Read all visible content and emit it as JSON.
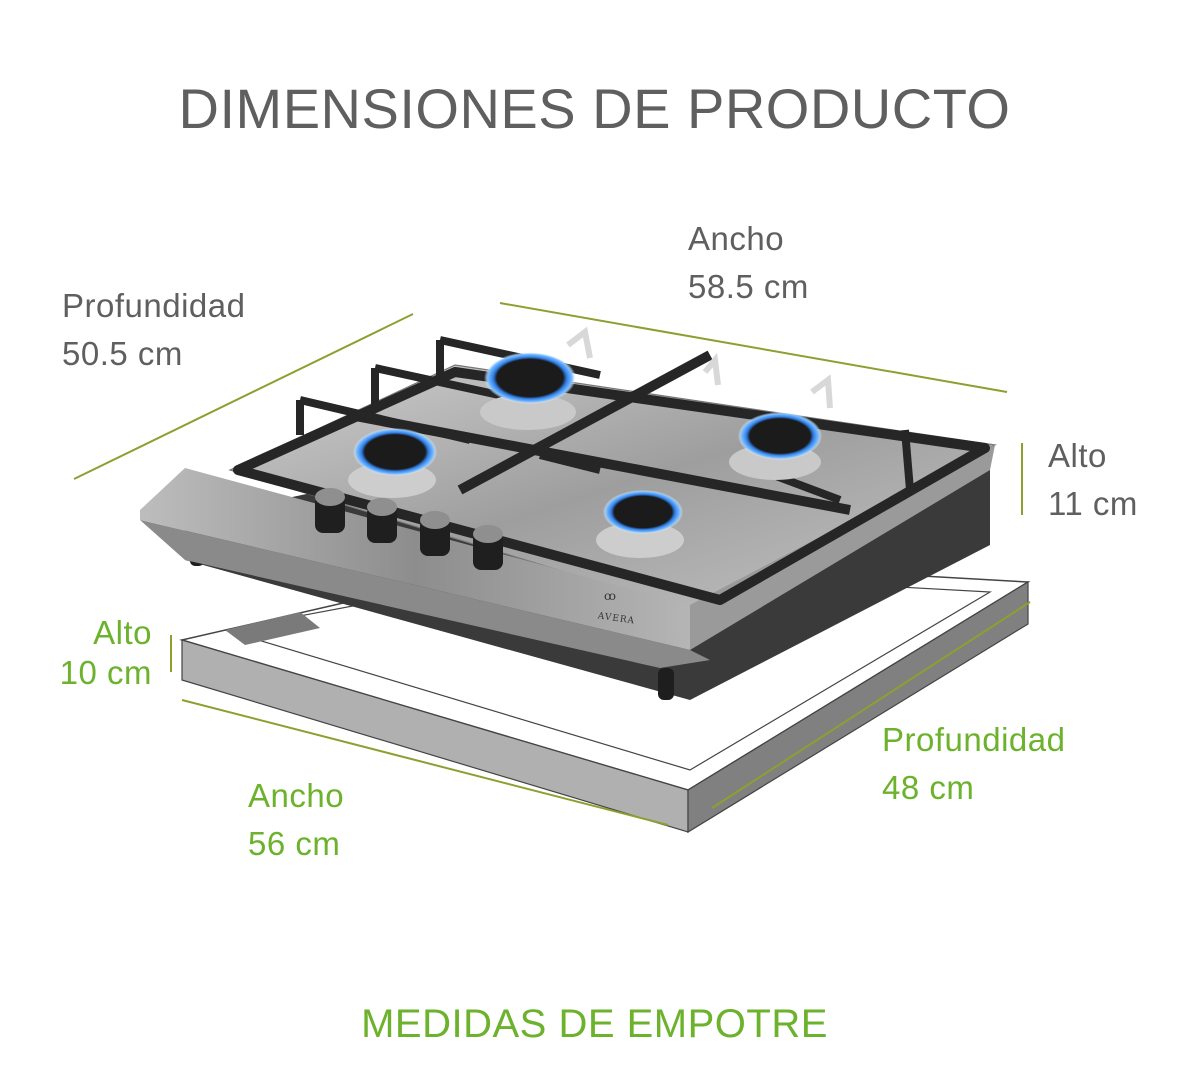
{
  "header": {
    "title": "DIMENSIONES DE PRODUCTO"
  },
  "footer": {
    "subtitle": "MEDIDAS DE EMPOTRE"
  },
  "product": {
    "brand": "AVERA",
    "burners": 4,
    "knobs": 4,
    "dimensions": {
      "depth": {
        "label": "Profundidad",
        "value": "50.5 cm"
      },
      "width": {
        "label": "Ancho",
        "value": "58.5 cm"
      },
      "height": {
        "label": "Alto",
        "value": "11 cm"
      }
    }
  },
  "cutout": {
    "dimensions": {
      "height": {
        "label": "Alto",
        "value": "10 cm"
      },
      "width": {
        "label": "Ancho",
        "value": "56 cm"
      },
      "depth": {
        "label": "Profundidad",
        "value": "48 cm"
      }
    }
  },
  "colors": {
    "title_gray": "#5f5f5f",
    "accent_green": "#6cb22c",
    "dimension_line_olive": "#8aa130",
    "flame_blue": "#2f7fe8",
    "steel": "#a9a9a9",
    "cast_iron": "#2b2b2b"
  }
}
